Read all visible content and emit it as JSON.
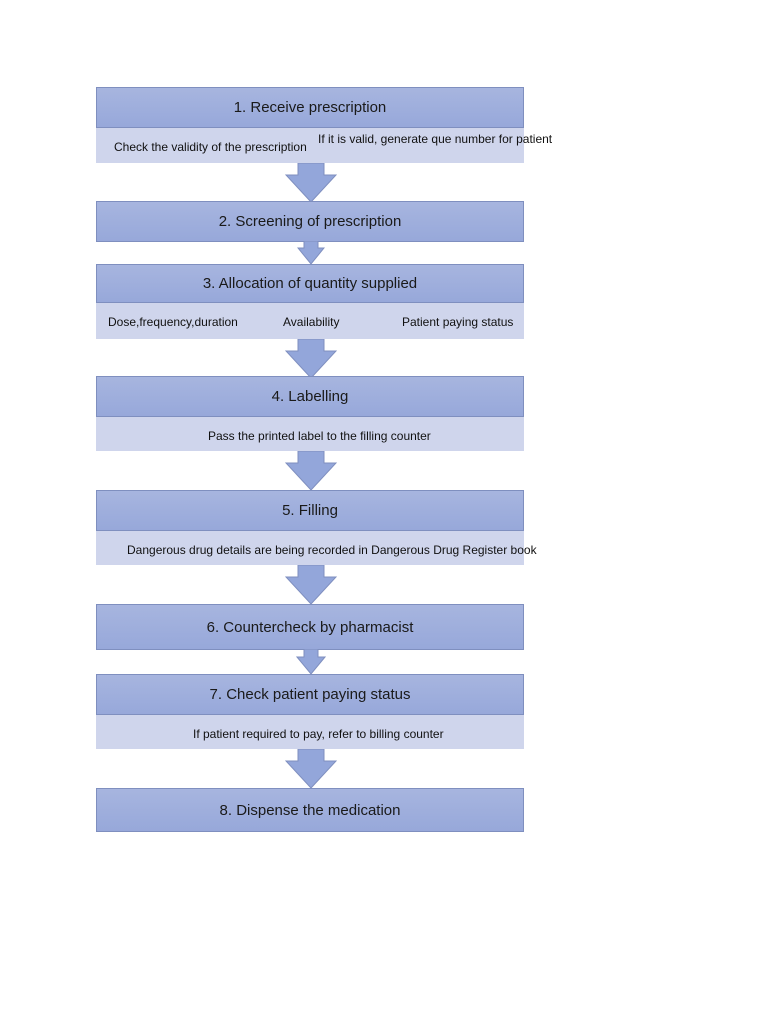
{
  "flow": {
    "steps": [
      {
        "title": "1. Receive prescription",
        "details": [
          "Check the validity of the prescription",
          "If it is valid, generate que number for patient"
        ]
      },
      {
        "title": "2. Screening of prescription",
        "details": []
      },
      {
        "title": "3. Allocation of quantity supplied",
        "details": [
          "Dose,frequency,duration",
          "Availability",
          "Patient paying status"
        ]
      },
      {
        "title": "4. Labelling",
        "details": [
          "Pass the printed label to the filling counter"
        ]
      },
      {
        "title": "5. Filling",
        "details": [
          "Dangerous drug details are being recorded in Dangerous Drug Register book"
        ]
      },
      {
        "title": "6. Countercheck by pharmacist",
        "details": []
      },
      {
        "title": "7. Check patient paying status",
        "details": [
          "If patient required to pay, refer to billing counter"
        ]
      },
      {
        "title": "8. Dispense the medication",
        "details": []
      }
    ]
  },
  "colors": {
    "header": "#9eaedc",
    "detail": "#cfd5ec",
    "arrow": "#93a6da",
    "border": "#7f8fbf"
  }
}
